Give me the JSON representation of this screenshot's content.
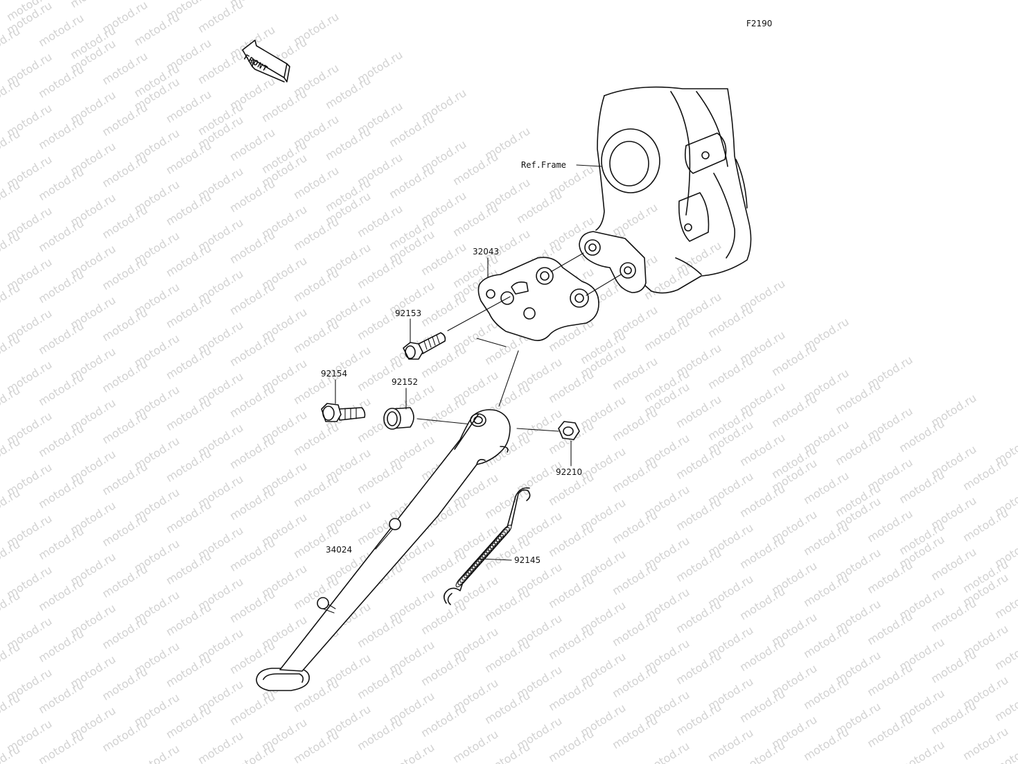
{
  "diagram_code": "F2190",
  "watermark_text": "motod.ru",
  "front_arrow_text": "FRONT",
  "ref_frame_label": "Ref.Frame",
  "parts": {
    "bracket": "32043",
    "bolt_small": "92153",
    "bolt_large": "92154",
    "collar": "92152",
    "nut": "92210",
    "side_stand": "34024",
    "spring": "92145"
  }
}
